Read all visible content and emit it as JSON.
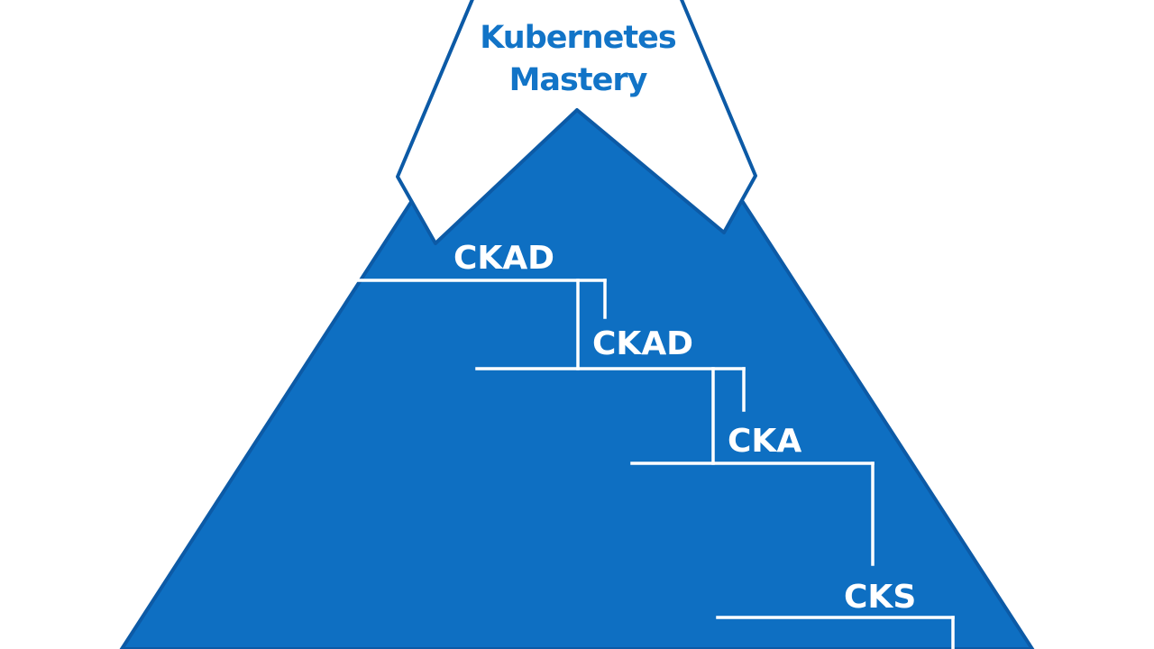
{
  "diagram": {
    "peak": {
      "line1": "Kubernetes",
      "line2": "Mastery"
    },
    "steps": [
      {
        "label": "CKAD"
      },
      {
        "label": "CKAD"
      },
      {
        "label": "CKA"
      },
      {
        "label": "CKS"
      }
    ]
  },
  "colors": {
    "mountain": "#0e6fc2",
    "outline": "#0c5aa6",
    "snow": "#ffffff",
    "peak_text": "#1274c7",
    "step_lines": "#ffffff",
    "step_text": "#ffffff"
  }
}
